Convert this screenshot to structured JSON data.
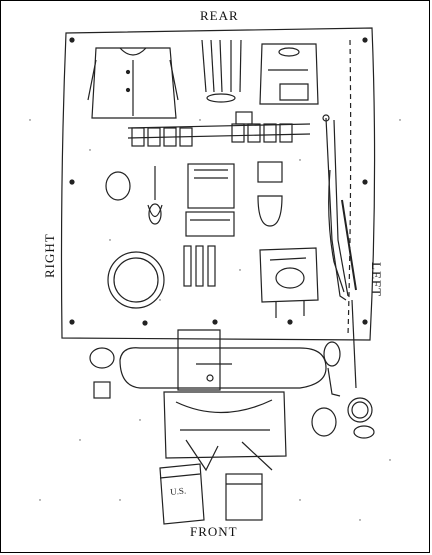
{
  "labels": {
    "rear": "REAR",
    "front": "FRONT",
    "right": "RIGHT",
    "left": "LEFT",
    "pouch_mark": "U.S."
  }
}
